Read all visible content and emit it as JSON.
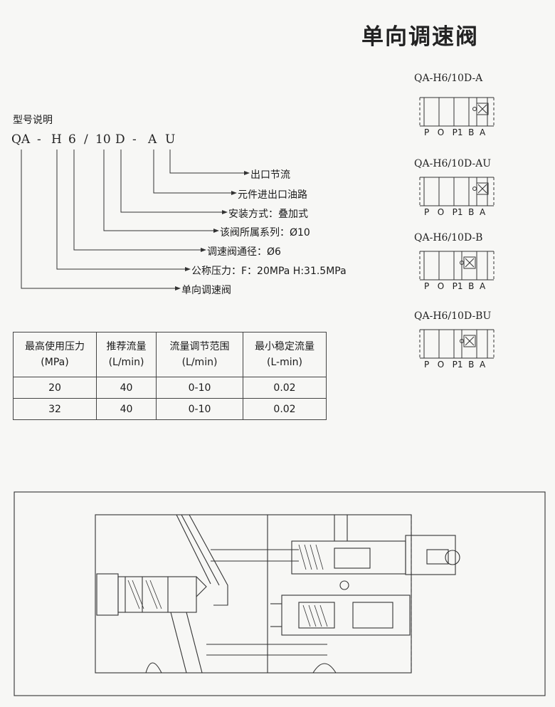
{
  "title": "单向调速阀",
  "model_heading": "型号说明",
  "model_code": [
    "QA",
    "-",
    "H",
    "6",
    "/",
    "10",
    "D",
    "-",
    "A",
    "U"
  ],
  "model_descriptions": [
    "出口节流",
    "元件进出口油路",
    "安装方式：叠加式",
    "该阀所属系列：Ø10",
    "调速阀通径：Ø6",
    "公称压力：F：20MPa    H:31.5MPa",
    "单向调速阀"
  ],
  "spec_table": {
    "headers": [
      [
        "最高使用压力",
        "(MPa)"
      ],
      [
        "推荐流量",
        "(L/min)"
      ],
      [
        "流量调节范围",
        "(L/min)"
      ],
      [
        "最小稳定流量",
        "(L-min)"
      ]
    ],
    "rows": [
      [
        "20",
        "40",
        "0-10",
        "0.02"
      ],
      [
        "32",
        "40",
        "0-10",
        "0.02"
      ]
    ]
  },
  "symbols": [
    {
      "label": "QA-H6/10D-A",
      "ports": [
        "P",
        "O",
        "P1",
        "B",
        "A"
      ]
    },
    {
      "label": "QA-H6/10D-AU",
      "ports": [
        "P",
        "O",
        "P1",
        "B",
        "A"
      ]
    },
    {
      "label": "QA-H6/10D-B",
      "ports": [
        "P",
        "O",
        "P1",
        "B",
        "A"
      ]
    },
    {
      "label": "QA-H6/10D-BU",
      "ports": [
        "P",
        "O",
        "P1",
        "B",
        "A"
      ]
    }
  ]
}
